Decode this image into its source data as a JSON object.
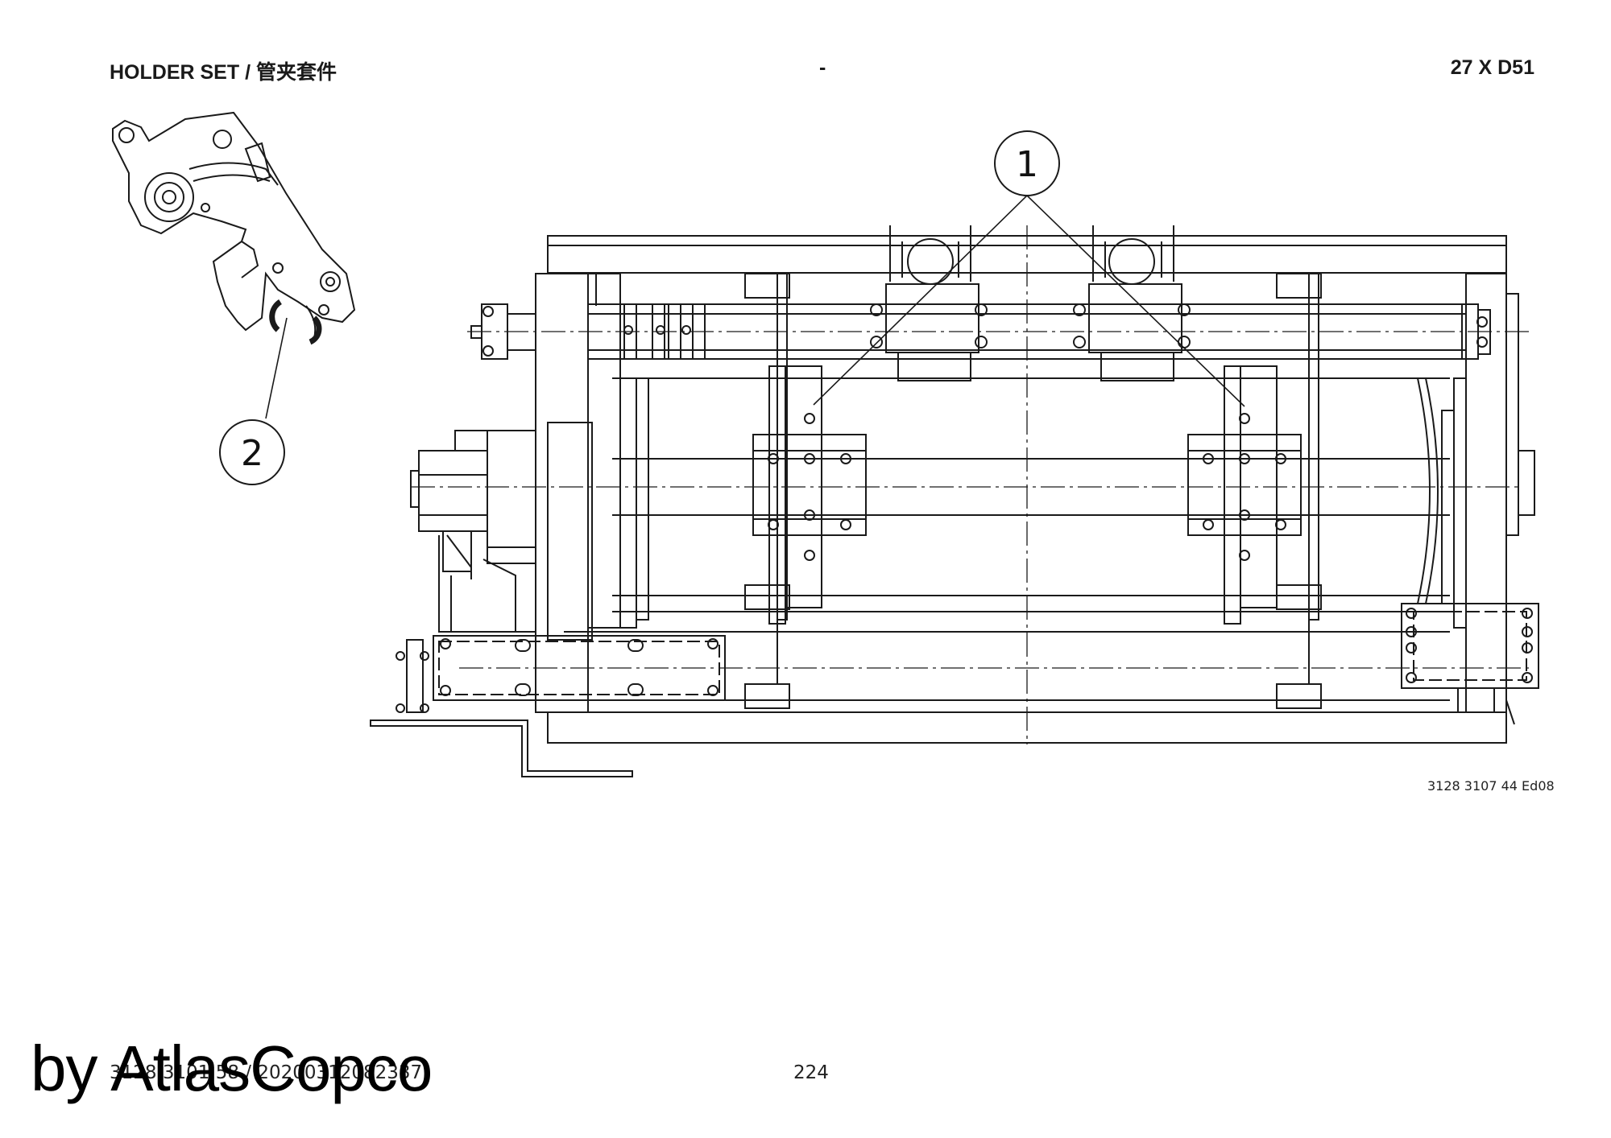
{
  "header": {
    "title": "HOLDER SET / 管夹套件",
    "center": "-",
    "model": "27 X D51"
  },
  "callouts": [
    {
      "label": "1"
    },
    {
      "label": "2"
    }
  ],
  "drawing_number": "3128 3107 44 Ed08",
  "footer": {
    "doc_code": "3128 3101 58 / 20200312082337",
    "page_number": "224"
  },
  "watermark": "by AtlasCopco"
}
